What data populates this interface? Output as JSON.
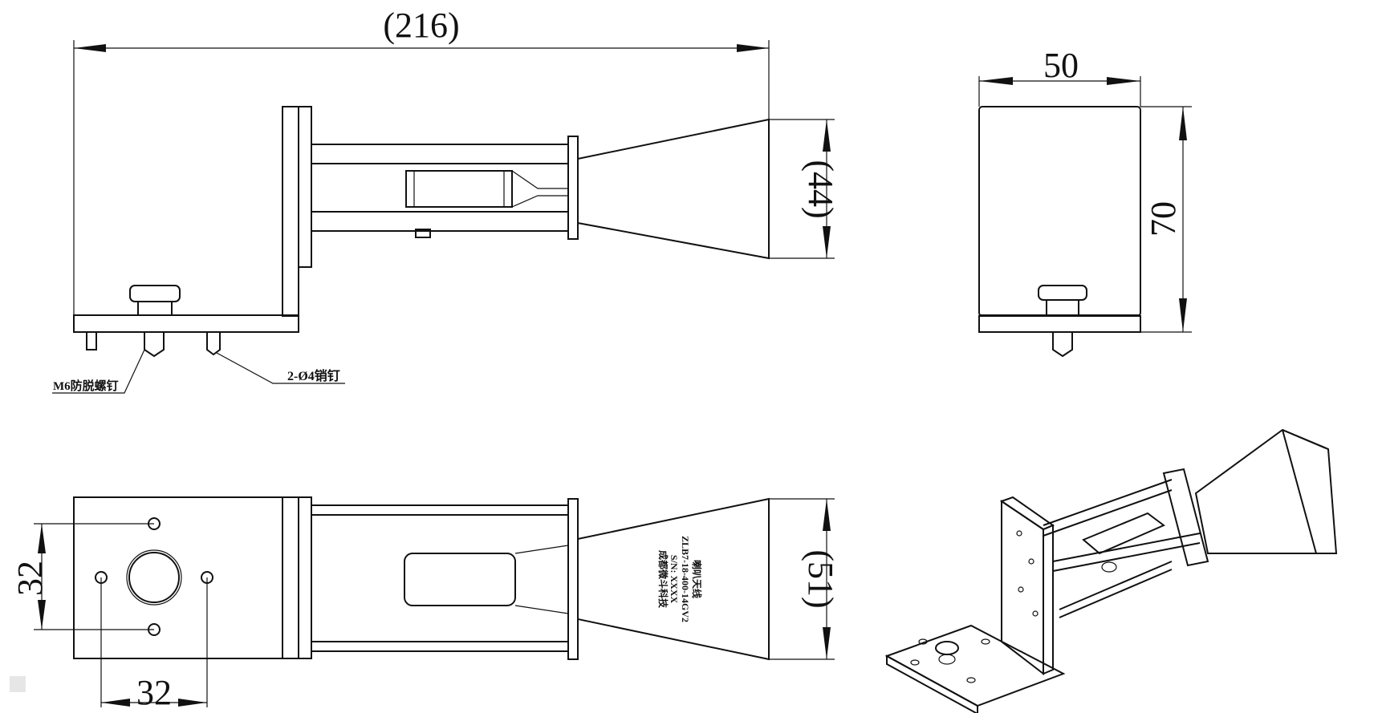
{
  "dimensions": {
    "overall_length": "(216)",
    "aperture_height": "(44)",
    "side_width": "50",
    "side_height": "70",
    "aperture_width": "(51)",
    "hole_spacing_vertical": "32",
    "hole_spacing_horizontal": "32"
  },
  "callouts": {
    "screw": "M6防脱螺钉",
    "pins": "2-Ø4销钉"
  },
  "nameplate": {
    "line1": "喇叭天线",
    "line2": "ZLB7-18-400-14GV2",
    "line3": "S/N: XXXX",
    "line4": "成都微斗科技"
  },
  "colors": {
    "line": "#111111",
    "background": "#ffffff"
  }
}
